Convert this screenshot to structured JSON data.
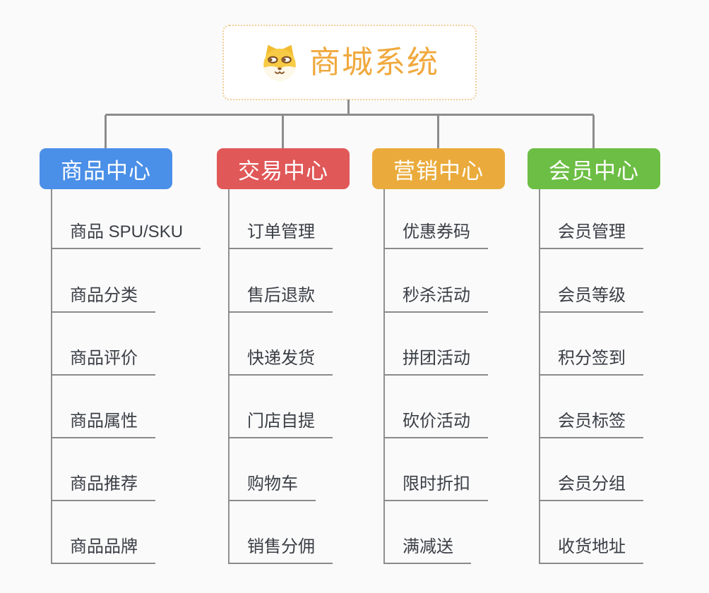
{
  "root": {
    "label": "商城系统",
    "icon": "dog-face-icon",
    "text_color": "#F0A93E",
    "border_color": "#F1CD95",
    "background": "#FFFFFF"
  },
  "connector_color": "#8C8C8C",
  "canvas_background": "#FAFAFA",
  "branches": [
    {
      "label": "商品中心",
      "color": "#4A8FE8",
      "items": [
        "商品 SPU/SKU",
        "商品分类",
        "商品评价",
        "商品属性",
        "商品推荐",
        "商品品牌"
      ]
    },
    {
      "label": "交易中心",
      "color": "#E05858",
      "items": [
        "订单管理",
        "售后退款",
        "快递发货",
        "门店自提",
        "购物车",
        "销售分佣"
      ]
    },
    {
      "label": "营销中心",
      "color": "#EAAB3C",
      "items": [
        "优惠券码",
        "秒杀活动",
        "拼团活动",
        "砍价活动",
        "限时折扣",
        "满减送"
      ]
    },
    {
      "label": "会员中心",
      "color": "#6CBE44",
      "items": [
        "会员管理",
        "会员等级",
        "积分签到",
        "会员标签",
        "会员分组",
        "收货地址"
      ]
    }
  ]
}
